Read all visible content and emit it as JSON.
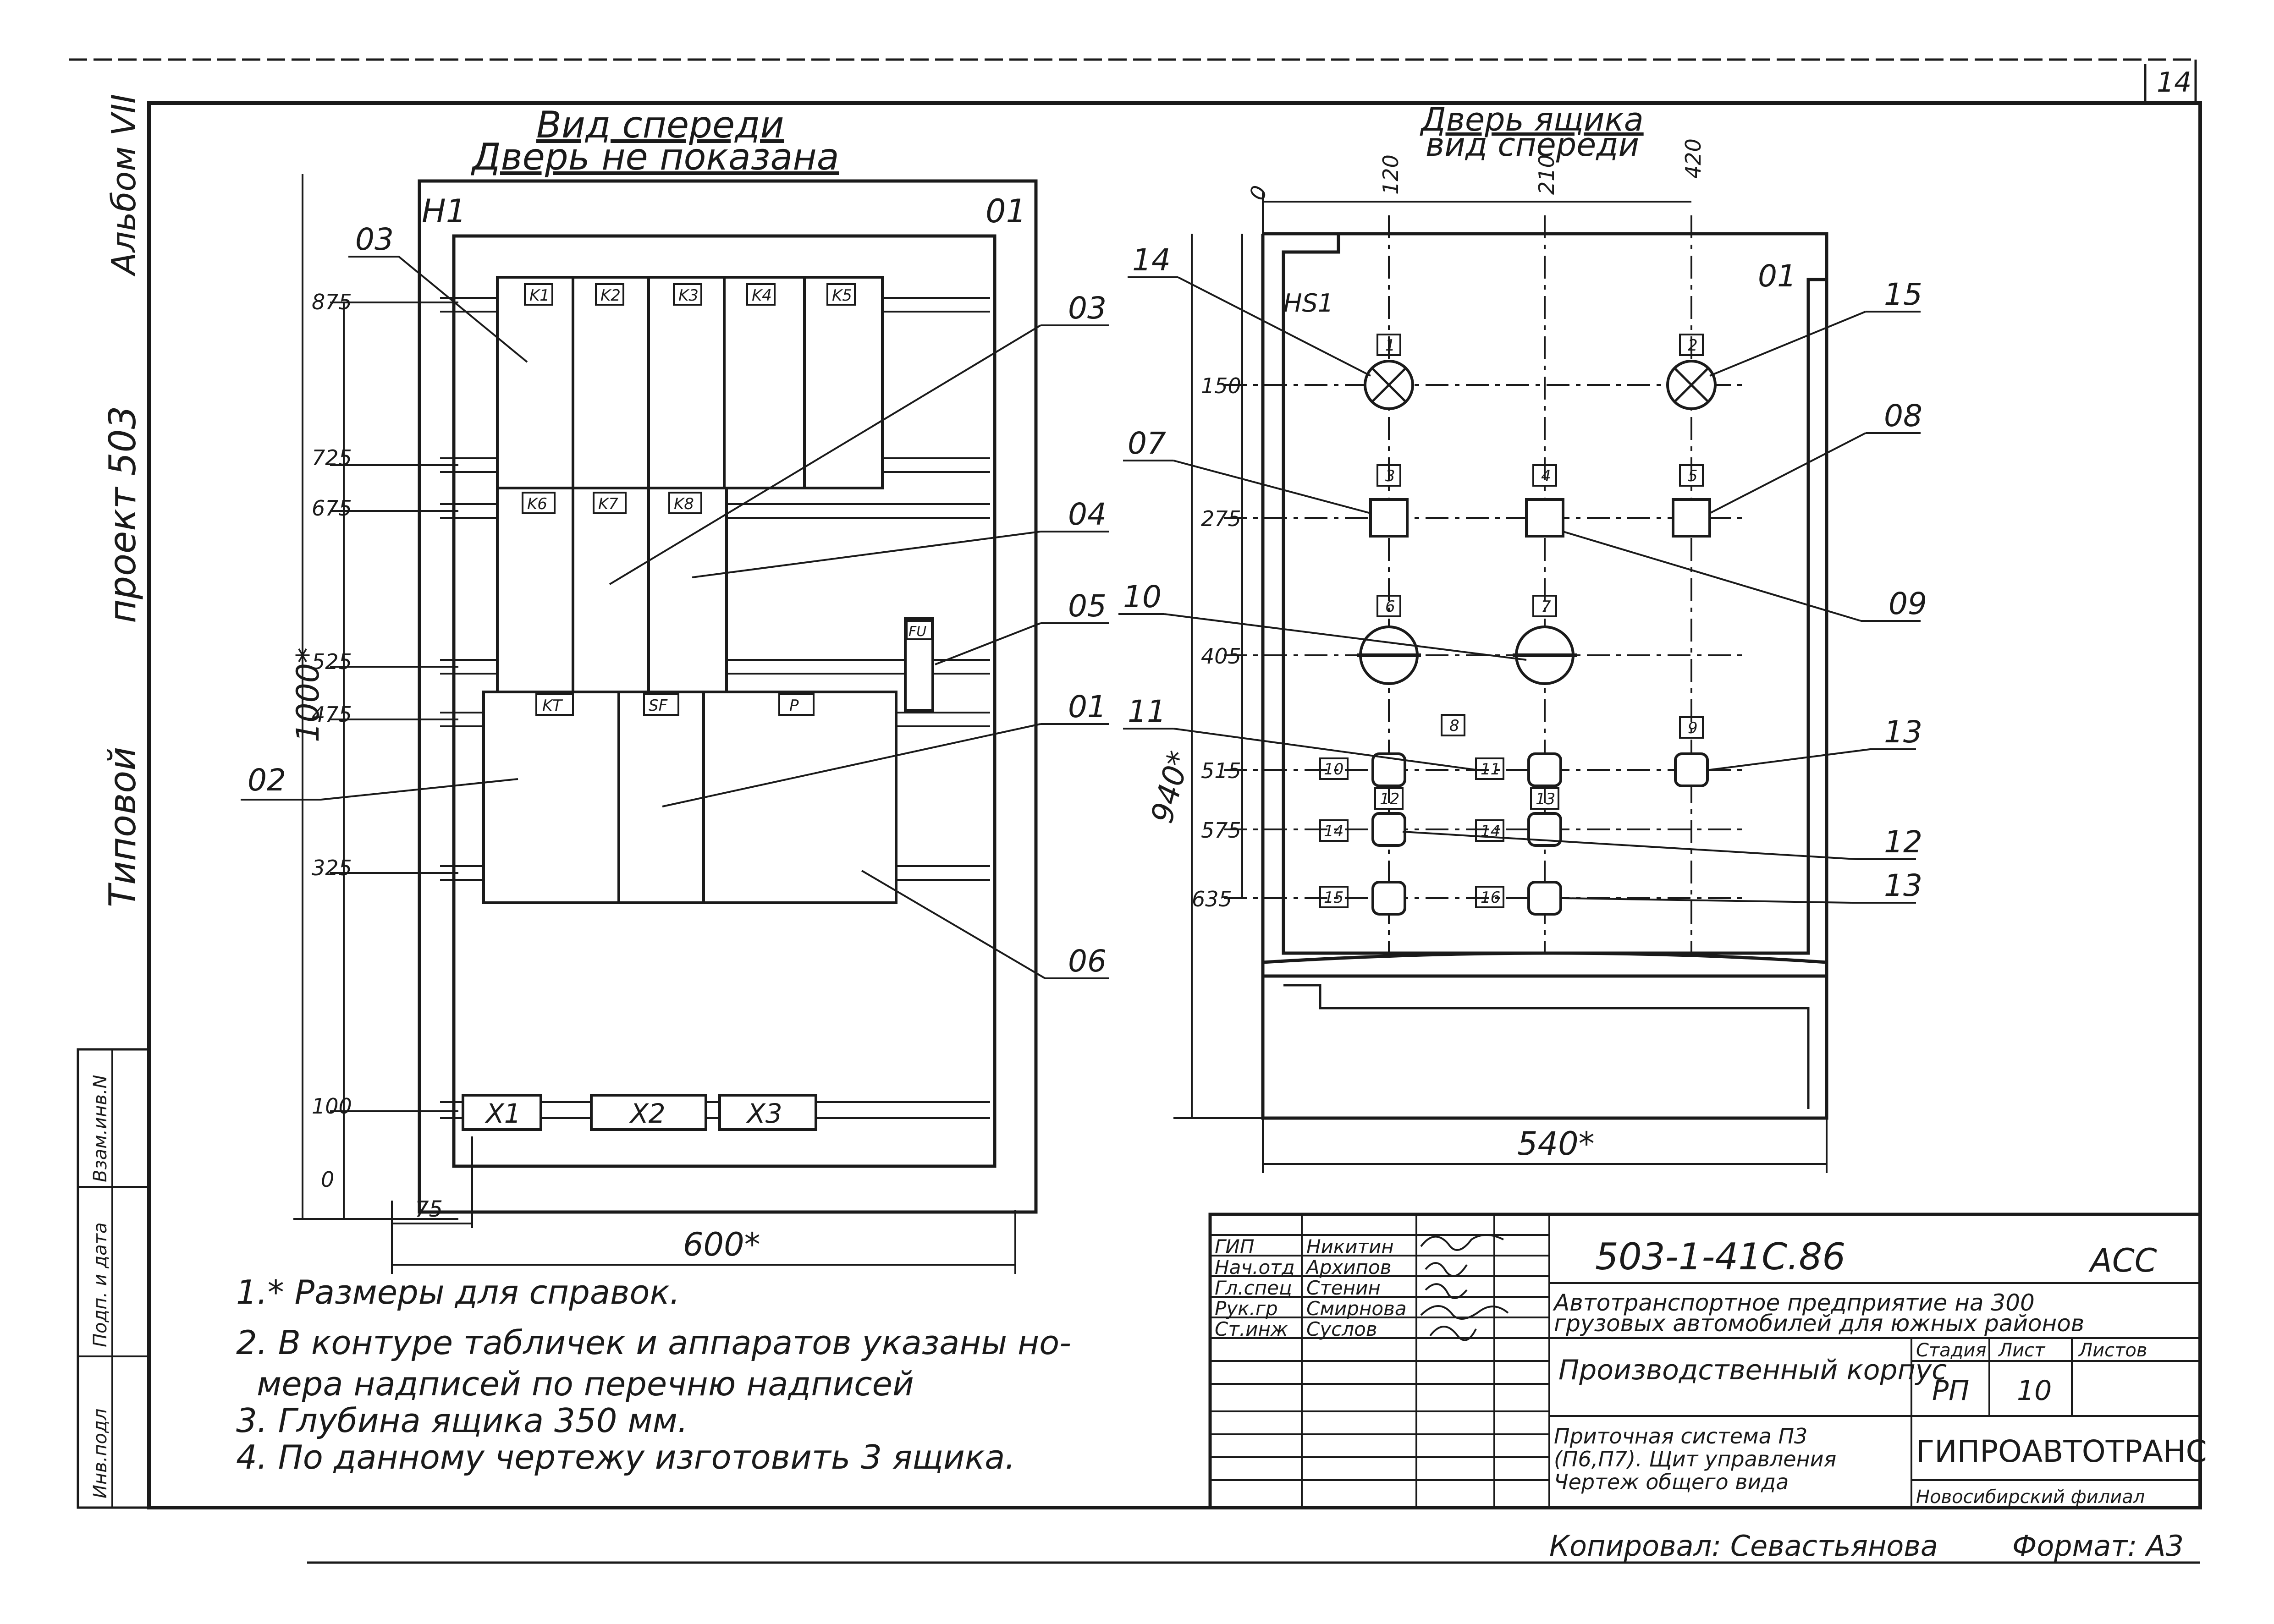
{
  "sheet_number": "14",
  "side_labels": {
    "album": "Альбом VII",
    "project": "проект 503",
    "typical": "Типовой"
  },
  "front_view": {
    "title": "Вид спереди",
    "subtitle": "Дверь не показана",
    "left_mark": "H1",
    "right_mark": "01",
    "relays_top": [
      "K1",
      "K2",
      "K3",
      "K4",
      "K5"
    ],
    "relays_mid": [
      "K6",
      "K7",
      "K8"
    ],
    "bottom_units": [
      "KT",
      "SF",
      "P"
    ],
    "fuse": "FU",
    "terminals": [
      "X1",
      "X2",
      "X3"
    ],
    "dims": [
      "875",
      "725",
      "675",
      "525",
      "475",
      "325",
      "100",
      "0"
    ],
    "height_dim": "1000*",
    "dim_75": "75",
    "width_dim": "600*",
    "callouts": {
      "c03a": "03",
      "c03b": "03",
      "c04": "04",
      "c05": "05",
      "c01": "01",
      "c02": "02",
      "c06": "06"
    }
  },
  "door_view": {
    "title": "Дверь ящика",
    "subtitle": "вид спереди",
    "top_dims": [
      "0",
      "120",
      "210",
      "420"
    ],
    "left_dims": [
      "150",
      "275",
      "405",
      "515",
      "575",
      "635"
    ],
    "height_dim": "940*",
    "width_dim": "540*",
    "marks": {
      "hs1": "HS1",
      "d01": "01"
    },
    "callouts": {
      "c14": "14",
      "c15": "15",
      "c07": "07",
      "c08": "08",
      "c10": "10",
      "c09": "09",
      "c11": "11",
      "c13a": "13",
      "c12": "12",
      "c13b": "13"
    },
    "labels": [
      "1",
      "2",
      "3",
      "4",
      "5",
      "6",
      "7",
      "8",
      "9",
      "10",
      "11",
      "12",
      "13",
      "14",
      "14",
      "15",
      "16"
    ]
  },
  "notes": [
    "1.* Размеры для справок.",
    "2. В контуре табличек и аппаратов указаны но-",
    "мера надписей по перечню надписей",
    "3. Глубина ящика 350 мм.",
    "4. По данному чертежу изготовить 3 ящика."
  ],
  "left_strip": {
    "a": "Инв.подл",
    "b": "Подп. и дата",
    "c": "Взам.инв.N"
  },
  "title_block": {
    "doc_code": "503-1-41С.86",
    "doc_type": "АСС",
    "roles": [
      "ГИП",
      "Нач.отд",
      "Гл.спец",
      "Рук.гр",
      "Ст.инж"
    ],
    "names": [
      "Никитин",
      "Архипов",
      "Стенин",
      "Смирнова",
      "Суслов"
    ],
    "project_line1": "Автотранспортное предприятие на 300",
    "project_line2": "грузовых автомобилей для южных районов",
    "building": "Производственный корпус",
    "stage_label": "Стадия",
    "sheet_label": "Лист",
    "sheets_label": "Листов",
    "stage": "РП",
    "sheet": "10",
    "sheets": "",
    "drawing_title1": "Приточная система П3",
    "drawing_title2": "(П6,П7). Щит управления",
    "drawing_title3": "Чертеж общего вида",
    "org": "ГИПРОАВТОТРАНС",
    "branch": "Новосибирский филиал"
  },
  "footer": {
    "copied": "Копировал: Севастьянова",
    "format": "Формат: А3"
  }
}
